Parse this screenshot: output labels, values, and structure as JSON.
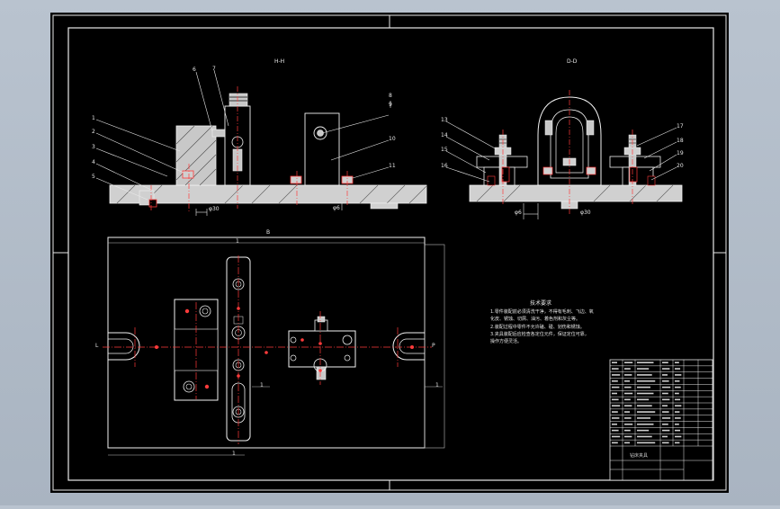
{
  "drawing": {
    "colors": {
      "background": "#000000",
      "frame": "#e8e8e8",
      "part": "#d0d0d0",
      "outline": "#f2f2f2",
      "centerline": "#ff3b3b",
      "chrome": "#b3bdc9"
    },
    "views": {
      "front_title": "H-H",
      "side_title": "D-D",
      "plan_title": "B"
    },
    "front_callouts": [
      "1",
      "2",
      "3",
      "4",
      "5",
      "6",
      "7",
      "8",
      "9",
      "10",
      "11"
    ],
    "side_callouts_left": [
      "13",
      "14",
      "15",
      "16"
    ],
    "side_callouts_right": [
      "17",
      "18",
      "19",
      "20"
    ],
    "dimensions": {
      "front_bottom_left": "φ30",
      "front_bottom_mid": "φ6",
      "side_bottom": "φ6",
      "side_bottom_right": "φ30",
      "plan_top": "1",
      "plan_left": "L",
      "plan_right": "P",
      "plan_mid_left": "1",
      "plan_right_side": "1",
      "plan_bottom": "1"
    },
    "technical_requirements": {
      "title": "技术要求",
      "lines": [
        "1.零件装配前必须清洗干净，不得有毛刺、飞边、氧",
        "化皮、锈蚀、切屑、油污、着色剂和灰尘等。",
        "2.装配过程中零件不允许磕、碰、划伤和锈蚀。",
        "3.夹具装配后应检查各定位元件，保证定位可靠，",
        "操作方便灵活。"
      ]
    },
    "title_block": {
      "rows": 14,
      "heading": "钻床夹具"
    }
  }
}
